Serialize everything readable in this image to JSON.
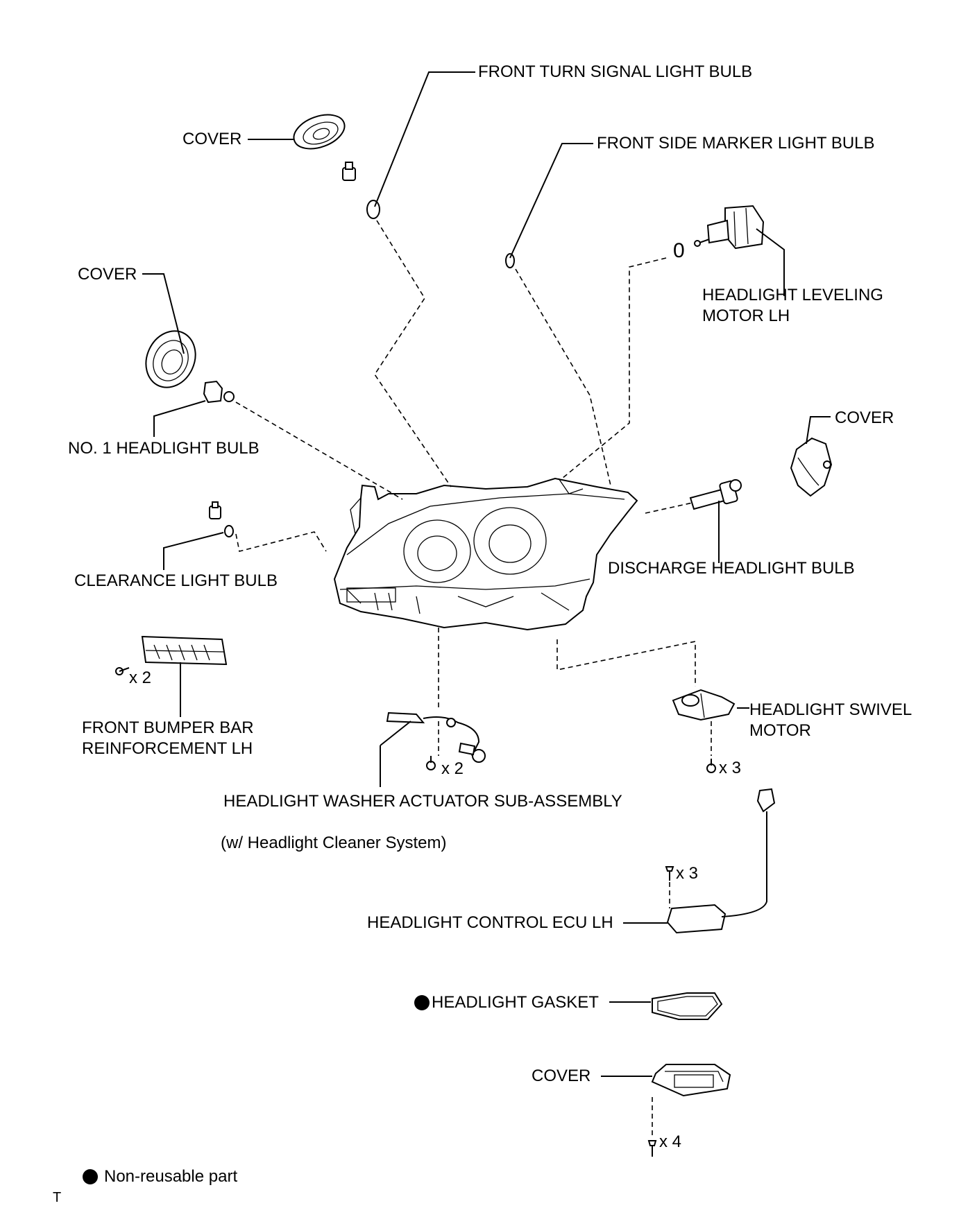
{
  "labels": {
    "front_turn_signal_light_bulb": "FRONT TURN SIGNAL LIGHT BULB",
    "cover_top": "COVER",
    "front_side_marker_light_bulb": "FRONT SIDE MARKER LIGHT BULB",
    "leveling_zero": "0",
    "headlight_leveling_motor_line1": "HEADLIGHT LEVELING",
    "headlight_leveling_motor_line2": "MOTOR LH",
    "cover_left": "COVER",
    "no1_headlight_bulb": "NO. 1 HEADLIGHT BULB",
    "cover_right": "COVER",
    "clearance_light_bulb": "CLEARANCE LIGHT BULB",
    "discharge_headlight_bulb": "DISCHARGE HEADLIGHT BULB",
    "bumper_qty": "x 2",
    "front_bumper_bar_line1": "FRONT BUMPER BAR",
    "front_bumper_bar_line2": "REINFORCEMENT LH",
    "swivel_motor_line1": "HEADLIGHT SWIVEL",
    "swivel_motor_line2": "MOTOR",
    "washer_qty": "x 2",
    "swivel_qty": "x 3",
    "washer_actuator": "HEADLIGHT WASHER ACTUATOR SUB-ASSEMBLY",
    "washer_note": "(w/ Headlight Cleaner System)",
    "ecu_qty": "x 3",
    "headlight_control_ecu": "HEADLIGHT CONTROL ECU LH",
    "headlight_gasket": "HEADLIGHT GASKET",
    "cover_bottom": "COVER",
    "cover_bottom_qty": "x 4",
    "legend_non_reusable": "Non-reusable part",
    "corner_mark": "T"
  }
}
